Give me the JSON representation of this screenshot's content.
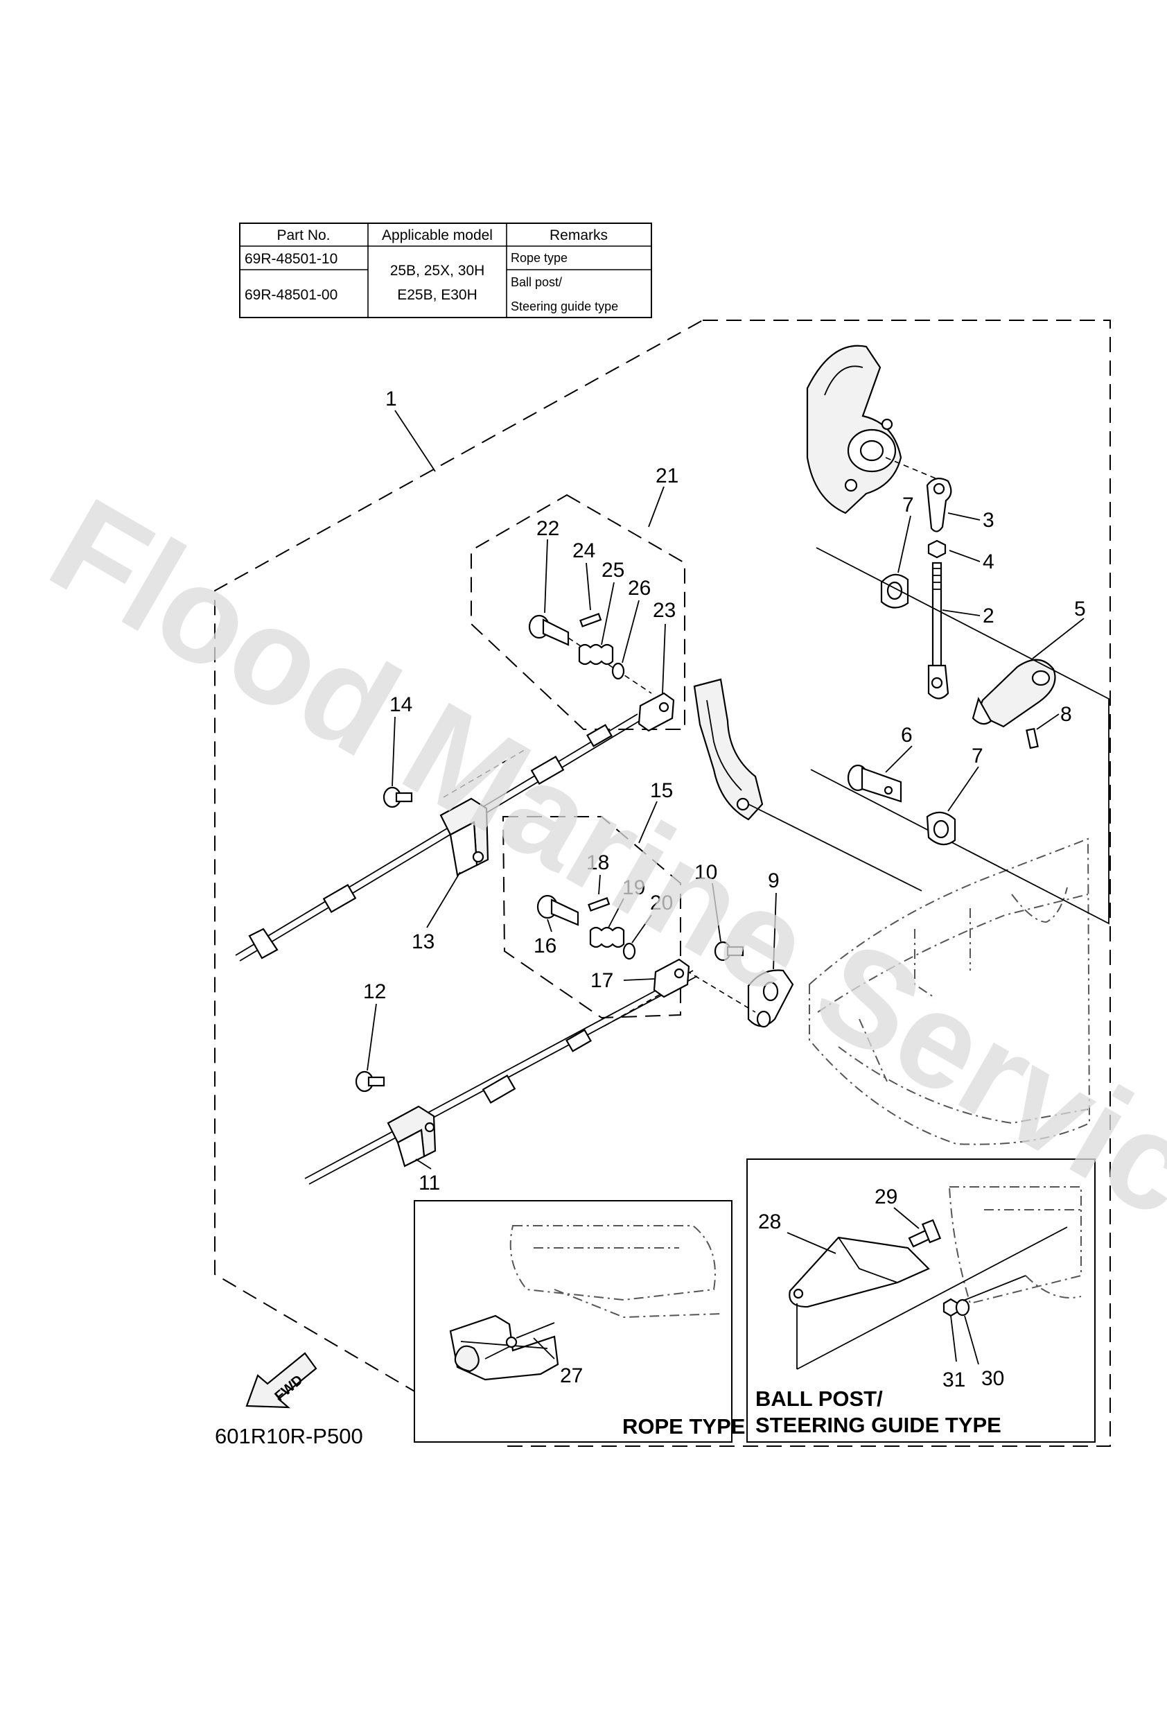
{
  "table": {
    "headers": [
      "Part No.",
      "Applicable model",
      "Remarks"
    ],
    "rows": [
      {
        "part_no": "69R-48501-10",
        "remarks": "Rope type"
      },
      {
        "part_no": "69R-48501-00",
        "remarks_line1": "Ball post/",
        "remarks_line2": "Steering guide type"
      }
    ],
    "models_line1": "25B, 25X, 30H",
    "models_line2": "E25B, E30H"
  },
  "callouts": [
    "1",
    "2",
    "3",
    "4",
    "5",
    "6",
    "7",
    "7",
    "8",
    "9",
    "10",
    "11",
    "12",
    "13",
    "14",
    "15",
    "16",
    "17",
    "18",
    "19",
    "20",
    "21",
    "22",
    "23",
    "24",
    "25",
    "26",
    "27",
    "28",
    "29",
    "30",
    "31"
  ],
  "insets": {
    "rope_label": "ROPE TYPE",
    "ball_label_line1": "BALL POST/",
    "ball_label_line2": "STEERING GUIDE TYPE"
  },
  "fwd_label": "FWD",
  "reference_code": "601R10R-P500",
  "watermark": "Flood Marine Services"
}
